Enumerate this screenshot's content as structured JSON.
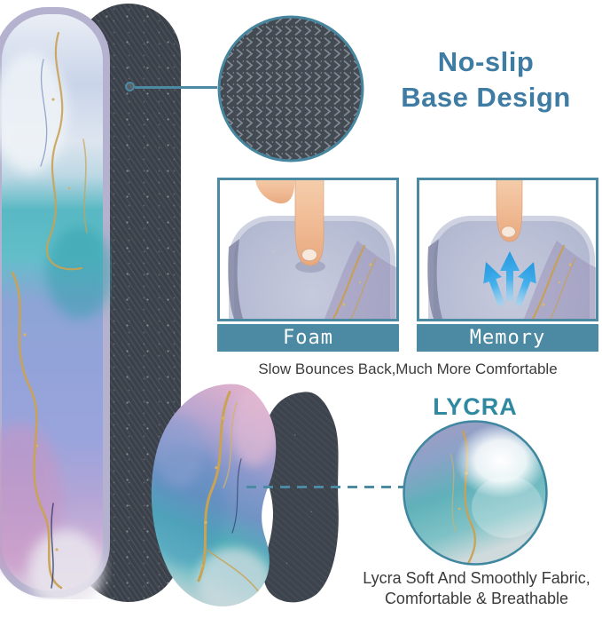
{
  "accent": {
    "heading_color": "#3e7ca3",
    "bar_and_line_color": "#4b8aa2",
    "lycra_color": "#2f89a1",
    "caption_color": "#3a3a3a",
    "base_fabric_color": "#3b414a",
    "gold_vein_color": "#c9a254",
    "arrow_color": "#2e9fe8"
  },
  "no_slip": {
    "line1": "No-slip",
    "line2": "Base Design"
  },
  "panels": {
    "foam_label": "Foam",
    "memory_label": "Memory",
    "caption": "Slow Bounces Back,Much More Comfortable"
  },
  "lycra": {
    "title": "LYCRA",
    "caption_line1": "Lycra Soft And Smoothly Fabric,",
    "caption_line2": "Comfortable & Breathable"
  },
  "graphics": {
    "keyboard_wrist_rest": "marble keyboard wrist rest",
    "keyboard_base": "dark no-slip fabric base",
    "texture_zoom_circle": "magnified no-slip base texture",
    "foam_photo": "finger pressing memory foam pad",
    "memory_photo": "memory foam rebound with up arrows",
    "mouse_wrist_rest": "marble mouse wrist rest",
    "mouse_base": "mouse rest no-slip base",
    "fabric_zoom_circle": "magnified lycra fabric surface"
  }
}
